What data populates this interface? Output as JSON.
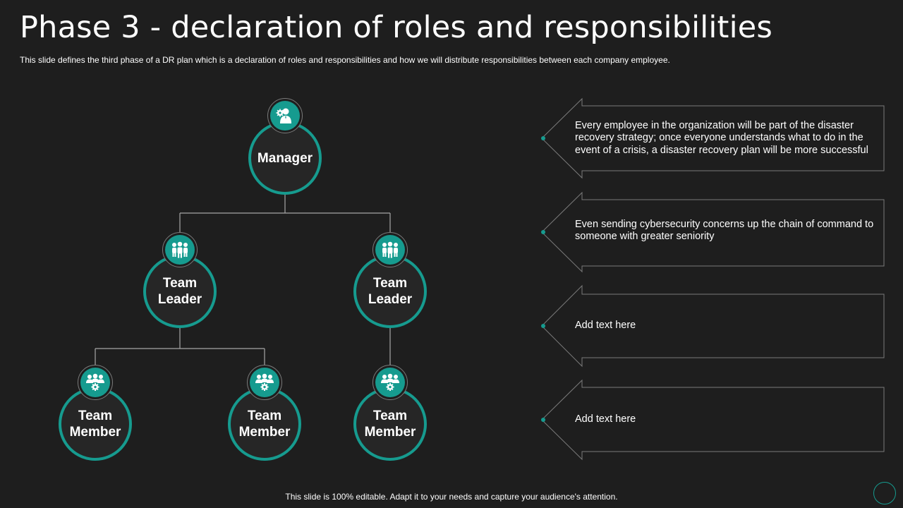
{
  "slide": {
    "title": "Phase 3 - declaration of roles and responsibilities",
    "subtitle": "This slide defines the third phase of a DR plan which is a declaration of roles and responsibilities and how we will distribute responsibilities between each company employee.",
    "footer": "This slide is 100% editable. Adapt it to your needs and capture your audience's attention."
  },
  "colors": {
    "accent": "#169b8f",
    "background": "#1e1e1e",
    "line": "#a6a6a6"
  },
  "org": {
    "manager": {
      "label": "Manager",
      "icon": "manager-gear-icon"
    },
    "leader_left": {
      "label": "Team\nLeader",
      "icon": "team-group-icon"
    },
    "leader_right": {
      "label": "Team\nLeader",
      "icon": "team-group-icon"
    },
    "member_1": {
      "label": "Team\nMember",
      "icon": "team-gear-icon"
    },
    "member_2": {
      "label": "Team\nMember",
      "icon": "team-gear-icon"
    },
    "member_3": {
      "label": "Team\nMember",
      "icon": "team-gear-icon"
    }
  },
  "callouts": [
    {
      "text": "Every employee in the organization will be part of the disaster recovery strategy; once everyone understands what to do in the event of a crisis, a disaster recovery plan will be more successful"
    },
    {
      "text": "Even sending cybersecurity concerns up the chain of command to someone with greater seniority"
    },
    {
      "text": "Add text here"
    },
    {
      "text": "Add text here"
    }
  ]
}
